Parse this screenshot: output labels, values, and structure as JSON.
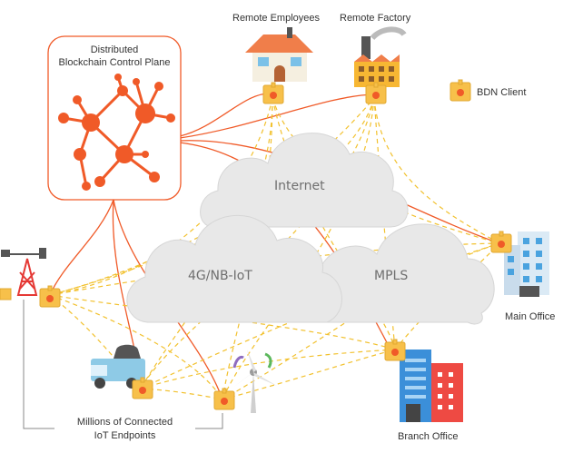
{
  "control_plane": {
    "title_line1": "Distributed",
    "title_line2": "Blockchain Control Plane"
  },
  "clouds": {
    "internet": "Internet",
    "cellular": "4G/NB-IoT",
    "mpls": "MPLS"
  },
  "sites": {
    "remote_employees": "Remote Employees",
    "remote_factory": "Remote Factory",
    "main_office": "Main Office",
    "branch_office": "Branch Office",
    "iot_line1": "Millions of Connected",
    "iot_line2": "IoT Endpoints"
  },
  "legend": {
    "bdn_client": "BDN Client"
  },
  "colors": {
    "accent": "#f05a28",
    "client": "#f7c04a",
    "dashed": "#f2c12e",
    "cloud": "#e8e8e8"
  }
}
